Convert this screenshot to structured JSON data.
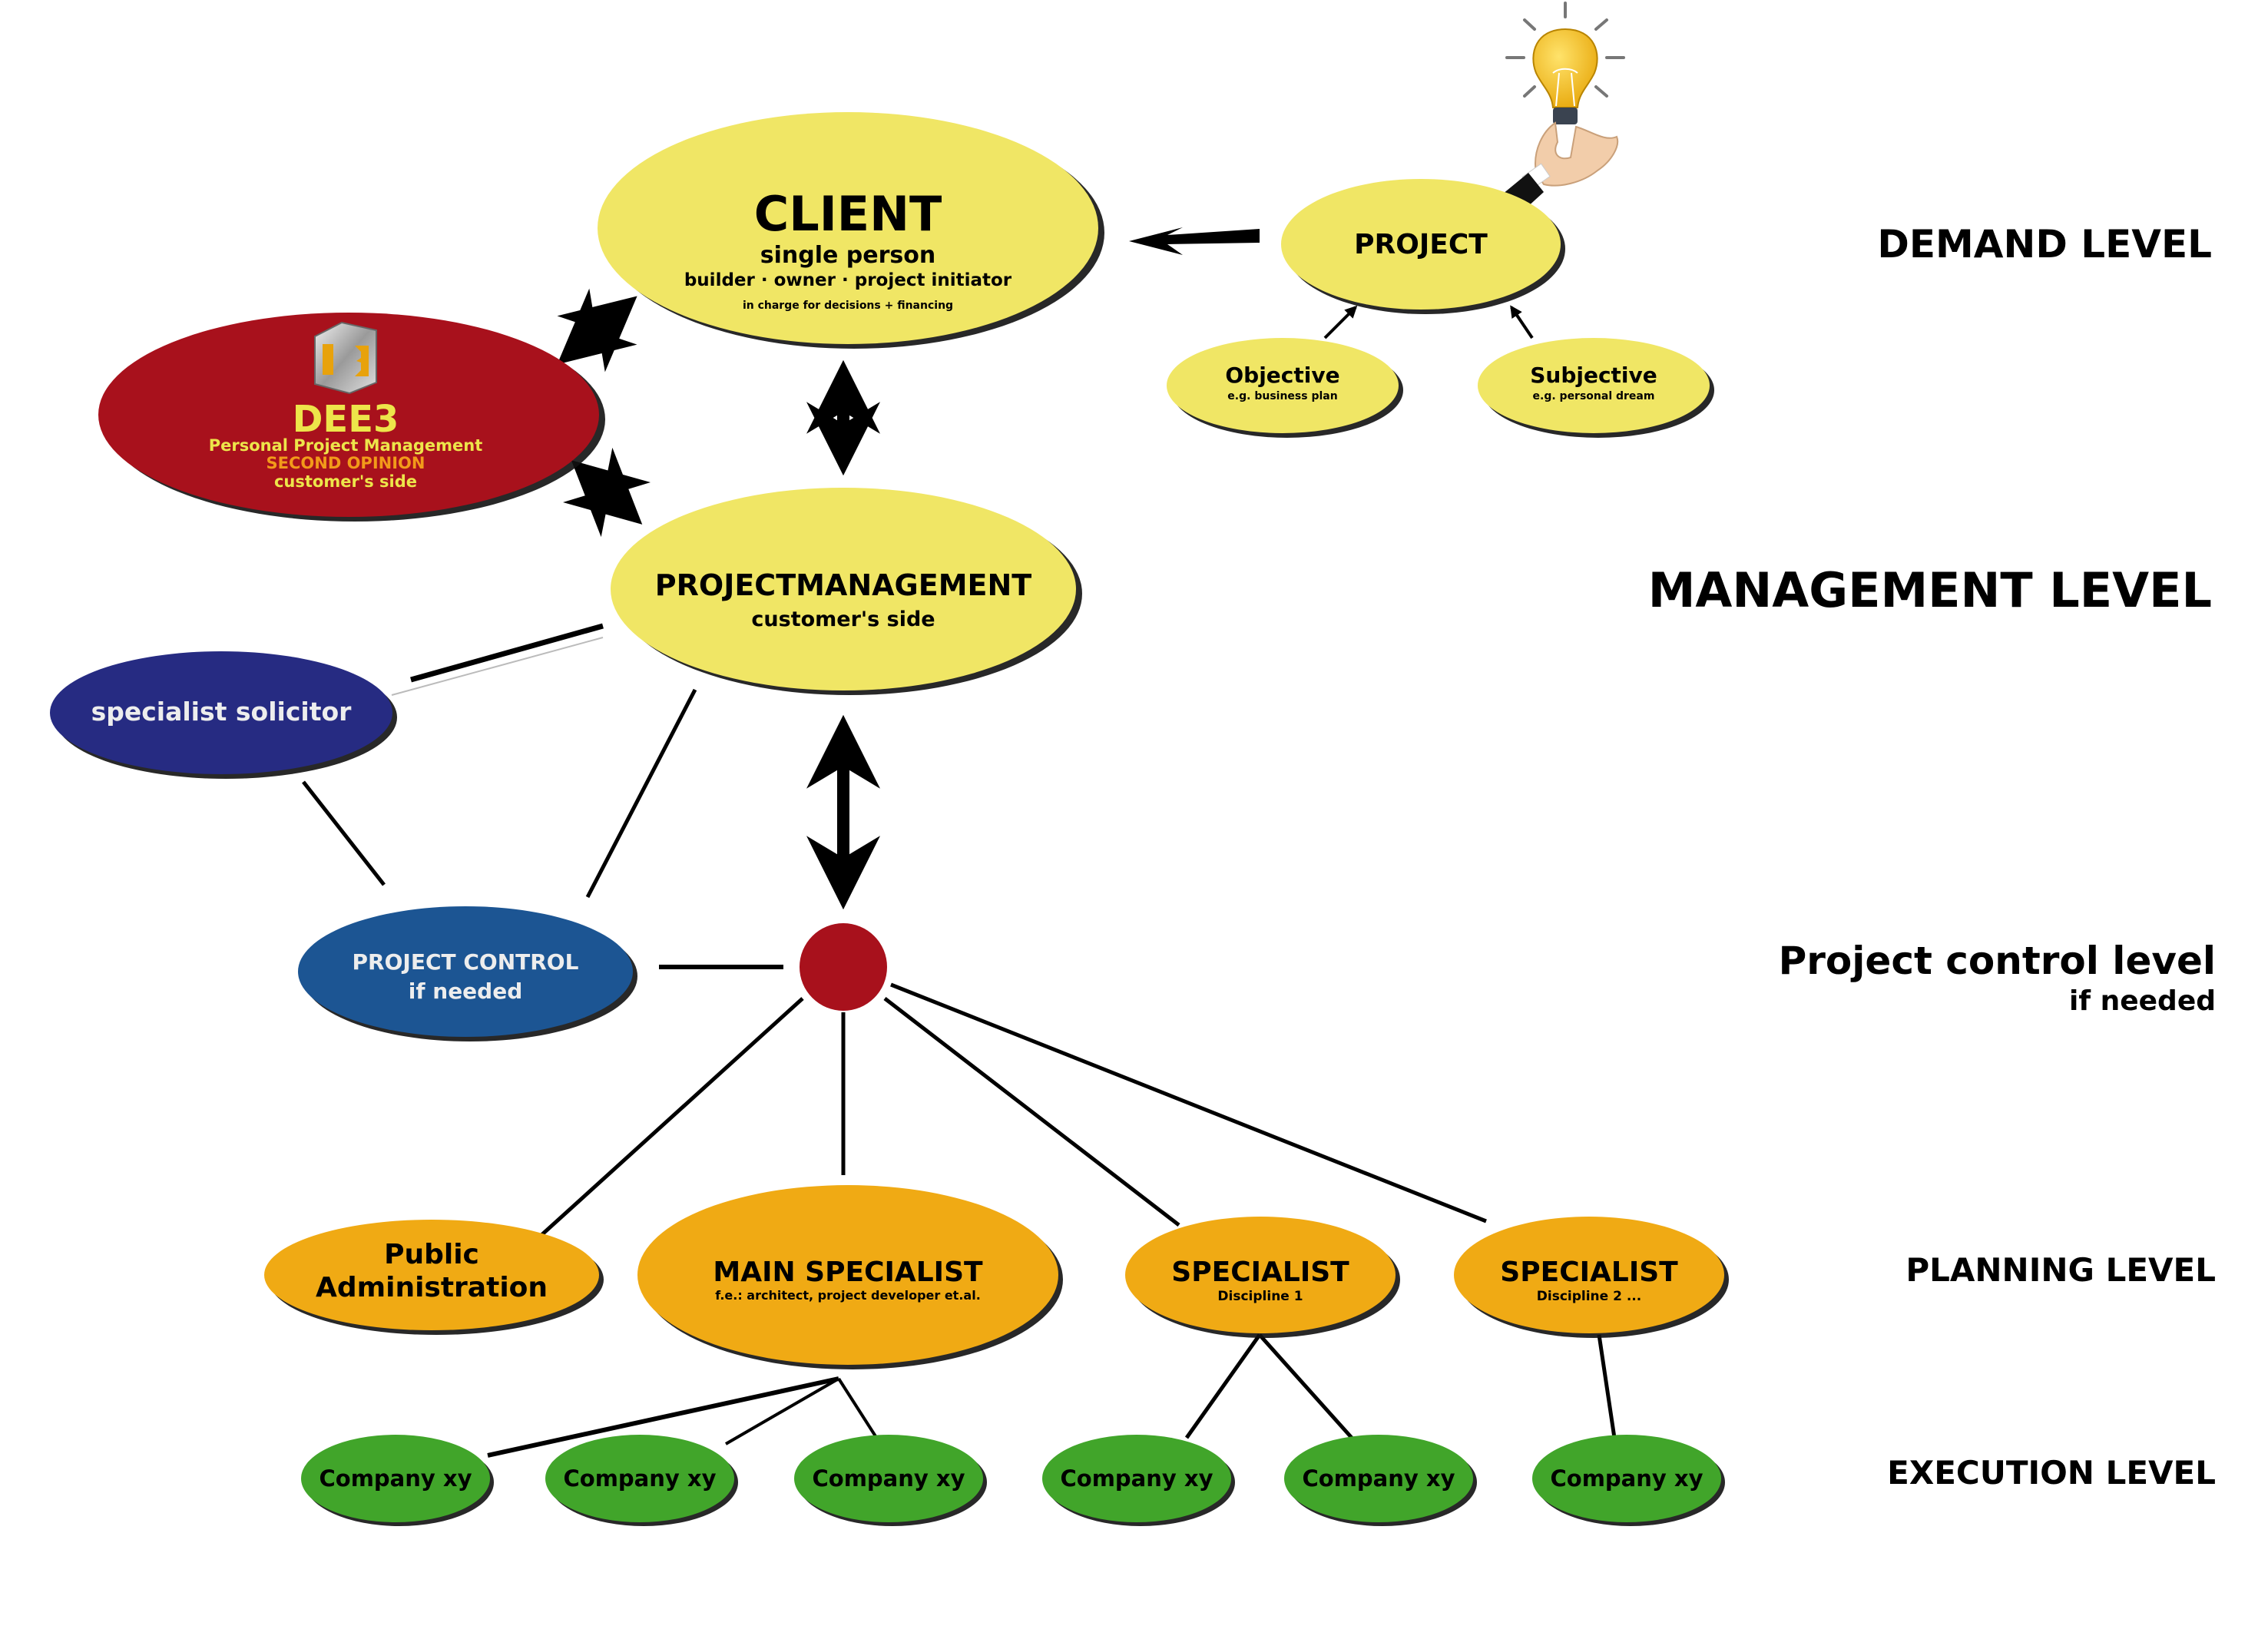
{
  "colors": {
    "yellow": "#F0E665",
    "red": "#A8111C",
    "navy": "#262B82",
    "blue": "#1C5593",
    "orange": "#F0AA14",
    "green": "#41A52A",
    "dee3_text": "#EDE54A",
    "dee3_highlight": "#F29A1A",
    "light_text": "#EDEDED"
  },
  "levels": {
    "demand": "DEMAND LEVEL",
    "management": "MANAGEMENT LEVEL",
    "control": "Project control level",
    "control_sub": "if needed",
    "planning": "PLANNING LEVEL",
    "execution": "EXECUTION LEVEL"
  },
  "nodes": {
    "client": {
      "title": "CLIENT",
      "line1": "single person",
      "line2": "builder · owner · project initiator",
      "line3": "in charge for decisions + financing"
    },
    "project": {
      "title": "PROJECT",
      "icon": "lightbulb-in-hand-icon"
    },
    "objective": {
      "title": "Objective",
      "sub": "e.g. business plan"
    },
    "subjective": {
      "title": "Subjective",
      "sub": "e.g. personal dream"
    },
    "dee3": {
      "logo": "dee3-cube-logo-icon",
      "title": "DEE3",
      "line1": "Personal Project Management",
      "line2": "SECOND OPINION",
      "line3": "customer's side"
    },
    "pm": {
      "title": "PROJECTMANAGEMENT",
      "sub": "customer's side"
    },
    "solicitor": {
      "title": "specialist solicitor"
    },
    "control": {
      "title": "PROJECT CONTROL",
      "sub": "if needed"
    },
    "public_admin": {
      "line1": "Public",
      "line2": "Administration"
    },
    "main_specialist": {
      "title": "MAIN SPECIALIST",
      "sub": "f.e.: architect, project developer et.al."
    },
    "specialist1": {
      "title": "SPECIALIST",
      "sub": "Discipline 1"
    },
    "specialist2": {
      "title": "SPECIALIST",
      "sub": "Discipline 2 ..."
    },
    "companies": [
      {
        "label": "Company xy"
      },
      {
        "label": "Company xy"
      },
      {
        "label": "Company xy"
      },
      {
        "label": "Company xy"
      },
      {
        "label": "Company xy"
      },
      {
        "label": "Company xy"
      }
    ]
  }
}
